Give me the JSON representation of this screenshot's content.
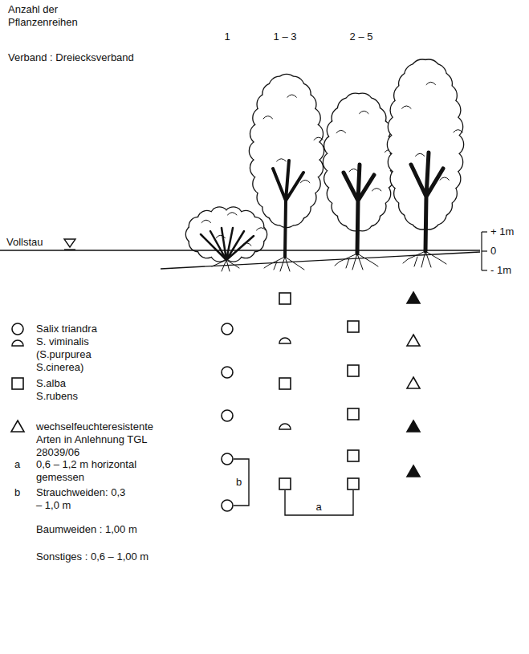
{
  "diagram": {
    "labels": [
      "Anzahl der Pflanzenreihen",
      "1",
      "1 – 3",
      "2 – 5",
      "Verband : Dreiecksverband",
      "Vollstau",
      "+ 1m",
      "0",
      "- 1m",
      "a",
      "0,6 – 1,2 m horizontal gemessen",
      "b",
      "Strauchweiden: 0,3 – 1,0 m",
      "Baumweiden : 1,00 m",
      "Sonstiges : 0,6 – 1,00 m",
      "b",
      "a"
    ],
    "legend": [
      {
        "text": "Salix triandra"
      },
      {
        "text": "S. viminalis (S.purpurea S.cinerea)"
      },
      {
        "text": "S.alba S.rubens"
      },
      {
        "text": "wechselfeuchteresistente Arten in Anlehnung TGL 28039/06"
      }
    ]
  }
}
